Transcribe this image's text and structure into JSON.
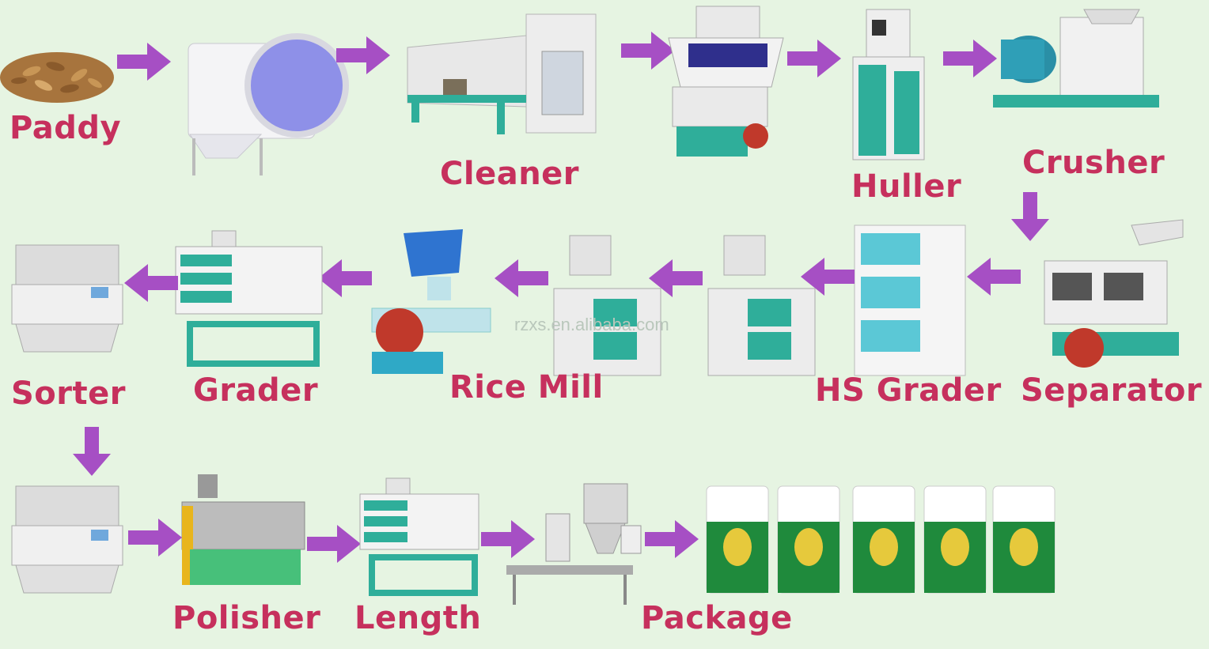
{
  "stages": {
    "paddy": "Paddy",
    "cleaner": "Cleaner",
    "huller": "Huller",
    "crusher": "Crusher",
    "separator": "Separator",
    "hs_grader": "HS Grader",
    "rice_mill": "Rice Mill",
    "grader": "Grader",
    "sorter": "Sorter",
    "polisher": "Polisher",
    "length": "Length",
    "package": "Package"
  },
  "watermark": "rzxs.en.alibaba.com",
  "colors": {
    "background": "#e6f4e2",
    "label": "#c6305d",
    "arrow": "#a64fc4",
    "machine_teal": "#2fae9a",
    "machine_white": "#f2f2f2",
    "bag_green": "#1f8a3c"
  }
}
